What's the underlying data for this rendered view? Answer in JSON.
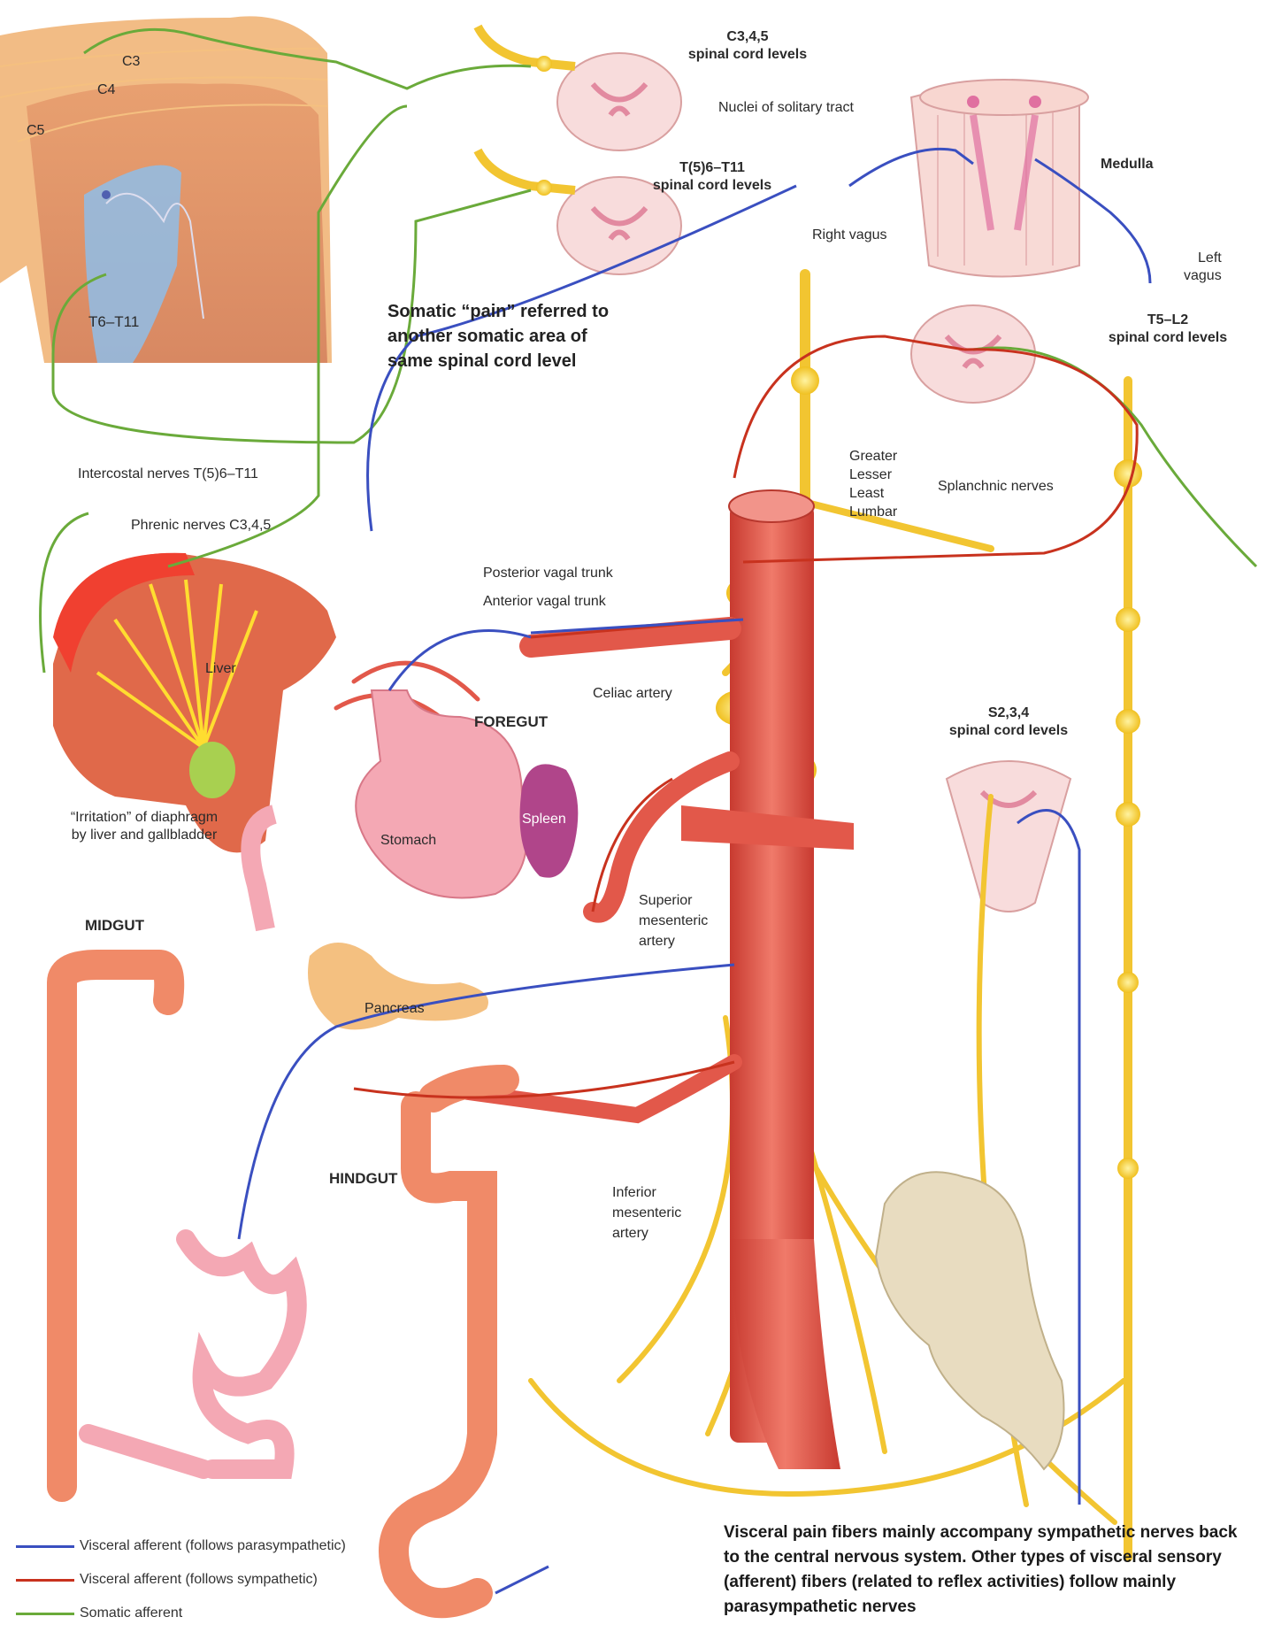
{
  "labels": {
    "c345": "C3,4,5\nspinal cord levels",
    "t611": "T(5)6–T11\nspinal cord levels",
    "nuclei": "Nuclei of solitary tract",
    "medulla": "Medulla",
    "right_vagus": "Right vagus",
    "left_vagus": "Left\nvagus",
    "t5l2": "T5–L2\nspinal cord levels",
    "somatic_pain": "Somatic “pain” referred to\nanother somatic area of\nsame spinal cord level",
    "intercostal": "Intercostal nerves T(5)6–T11",
    "phrenic": "Phrenic nerves C3,4,5",
    "splanchnic_list": "Greater\nLesser\nLeast\nLumbar",
    "splanchnic": "Splanchnic nerves",
    "posterior_vagal": "Posterior vagal trunk",
    "anterior_vagal": "Anterior vagal trunk",
    "liver": "Liver",
    "celiac": "Celiac artery",
    "foregut": "FOREGUT",
    "s234": "S2,3,4\nspinal cord levels",
    "irritation": "“Irritation” of diaphragm\nby liver and gallbladder",
    "stomach": "Stomach",
    "spleen": "Spleen",
    "superior_mes": "Superior\nmesenteric\nartery",
    "midgut": "MIDGUT",
    "pancreas": "Pancreas",
    "hindgut": "HINDGUT",
    "inferior_mes": "Inferior\nmesenteric\nartery",
    "c3": "C3",
    "c4": "C4",
    "c5": "C5",
    "t6t11": "T6–T11"
  },
  "legend": [
    {
      "label": "Visceral afferent (follows parasympathetic)",
      "color": "#3a4fc0"
    },
    {
      "label": "Visceral afferent (follows sympathetic)",
      "color": "#c8321e"
    },
    {
      "label": "Somatic afferent",
      "color": "#6aaa3a"
    }
  ],
  "caption": "Visceral pain fibers mainly accompany sympathetic nerves back to the central nervous system. Other types of visceral sensory (afferent) fibers (related to reflex activities) follow mainly parasympathetic nerves",
  "colors": {
    "parasympathetic": "#3a4fc0",
    "sympathetic": "#c8321e",
    "somatic": "#6aaa3a",
    "nerve": "#f2c531",
    "artery": "#e2584a"
  }
}
